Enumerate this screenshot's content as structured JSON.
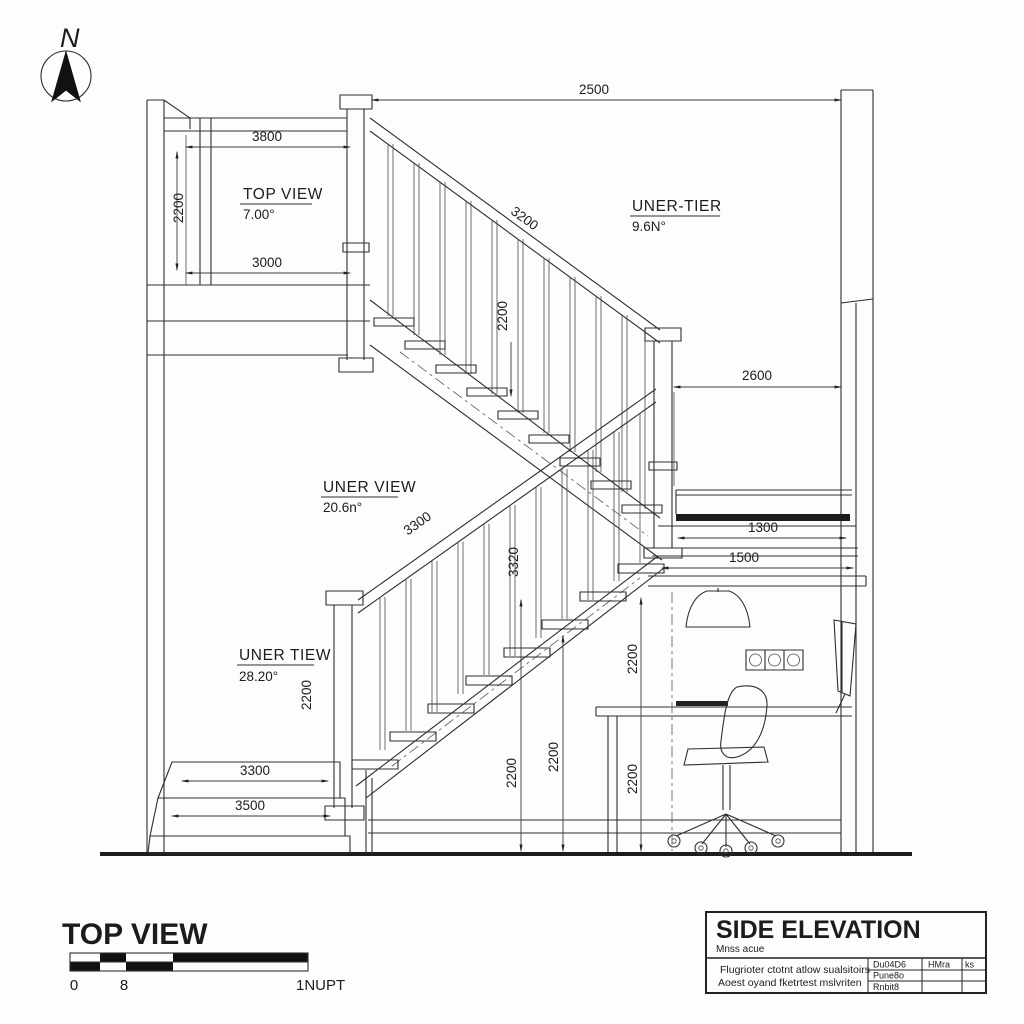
{
  "north": {
    "label": "N"
  },
  "rooms": {
    "top_view": {
      "title": "TOP VIEW",
      "value": "7.00°"
    },
    "uner_tier": {
      "title": "UNER-TIER",
      "value": "9.6N°"
    },
    "uner_view": {
      "title": "UNER VIEW",
      "value": "20.6n°"
    },
    "uner_tiew": {
      "title": "UNER TIEW",
      "value": "28.20°"
    }
  },
  "dims": {
    "span_top": "2500",
    "top_landing_upper": "3800",
    "top_landing_lower": "3000",
    "top_landing_height": "2200",
    "upper_flight_label": "3200",
    "upper_flight_height": "2200",
    "right_opening": "2600",
    "lower_flight_label": "3300",
    "mid_height": "3320",
    "landing_step_upper": "1300",
    "landing_step_lower": "1500",
    "newel_height": "2200",
    "bottom_step_upper": "3300",
    "bottom_step_lower": "3500",
    "under_stair_left": "2200",
    "under_stair_mid": "2200",
    "desk_upper": "2200",
    "desk_lower": "2200"
  },
  "footer": {
    "title": "TOP VIEW",
    "scale": {
      "start": "0",
      "mid": "8",
      "end": "1NUPT"
    }
  },
  "title_block": {
    "title": "SIDE ELEVATION",
    "subtitle": "Mnss acue",
    "note_line1": "Flugrioter ctotnt atlow sualsitoirs",
    "note_line2": "Aoest oyand fketrtest mslvriten",
    "table": {
      "r1c1": "Du04D6",
      "r1c2": "HMra",
      "r1c3": "ks",
      "r2c1": "Pune8o",
      "r3c1": "Rnbit8"
    }
  }
}
